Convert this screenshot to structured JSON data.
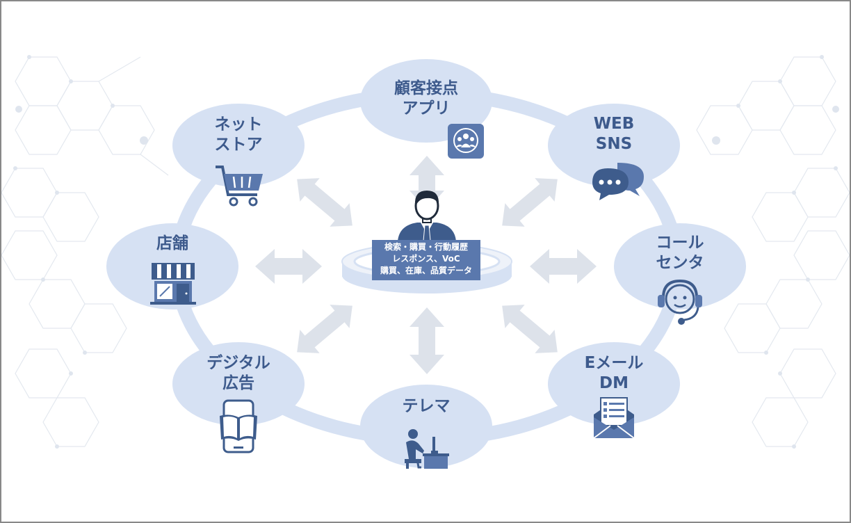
{
  "colors": {
    "node_fill": "#d6e1f3",
    "ring": "#d6e1f3",
    "arrow": "#dde2ea",
    "accent": "#5a78ad",
    "text": "#3d5a8c"
  },
  "center": {
    "icon": "customer-person-icon",
    "lines": [
      "検索・購買・行動履歴",
      "レスポンス、VoC",
      "購買、在庫、品質データ"
    ]
  },
  "nodes": [
    {
      "id": "app",
      "lines": [
        "顧客接点",
        "アプリ"
      ],
      "icon": "customer-group-icon"
    },
    {
      "id": "web",
      "lines": [
        "WEB",
        "SNS"
      ],
      "icon": "chat-bubbles-icon"
    },
    {
      "id": "call",
      "lines": [
        "コール",
        "センタ"
      ],
      "icon": "headset-operator-icon"
    },
    {
      "id": "email",
      "lines": [
        "Eメール",
        "DM"
      ],
      "icon": "mail-envelope-icon"
    },
    {
      "id": "tele",
      "lines": [
        "テレマ"
      ],
      "icon": "desk-worker-icon"
    },
    {
      "id": "digital",
      "lines": [
        "デジタル",
        "広告"
      ],
      "icon": "phone-book-icon"
    },
    {
      "id": "store",
      "lines": [
        "店舗"
      ],
      "icon": "storefront-icon"
    },
    {
      "id": "net",
      "lines": [
        "ネット",
        "ストア"
      ],
      "icon": "shopping-cart-icon"
    }
  ]
}
